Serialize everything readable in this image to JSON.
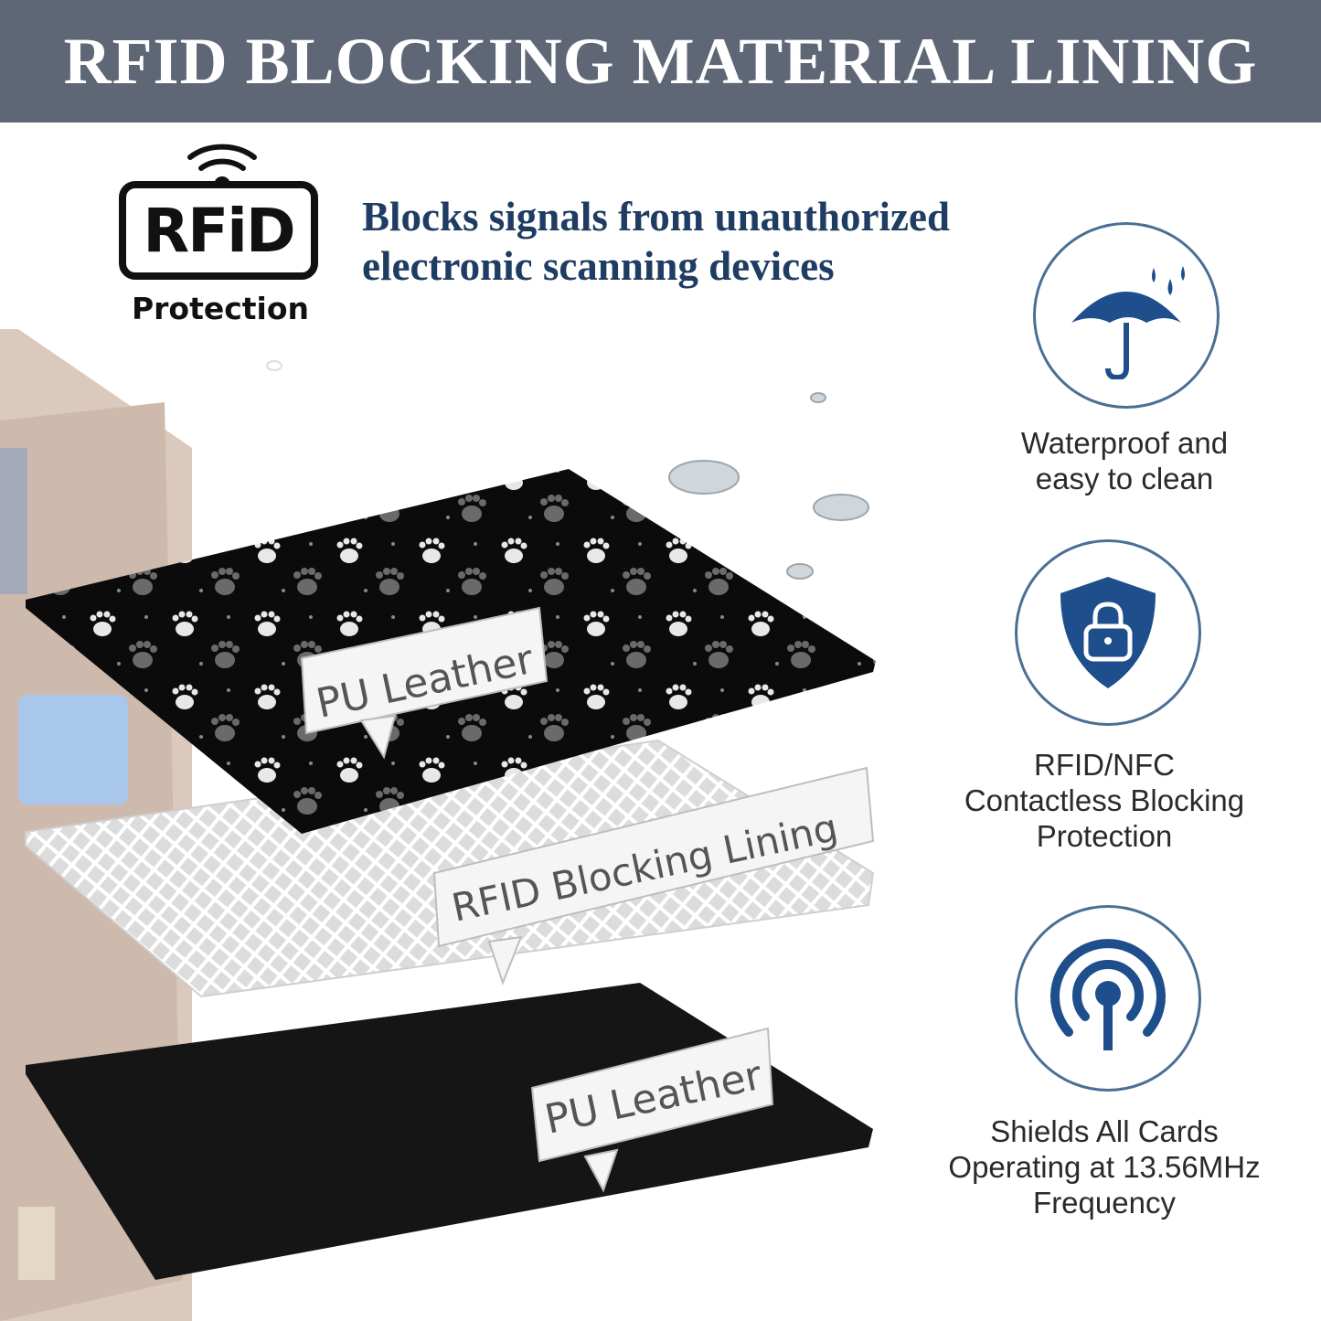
{
  "banner": {
    "title": "RFID BLOCKING MATERIAL LINING"
  },
  "logo": {
    "mark": "RFiD",
    "caption": "Protection"
  },
  "headline": {
    "line1": "Blocks signals from unauthorized",
    "line2": "electronic scanning devices"
  },
  "layers": {
    "top_label": "PU Leather",
    "middle_label": "RFID Blocking Lining",
    "bottom_label": "PU Leather"
  },
  "features": [
    {
      "icon": "umbrella-rain-icon",
      "lines": [
        "Waterproof and",
        "easy to clean"
      ]
    },
    {
      "icon": "shield-lock-icon",
      "lines": [
        "RFID/NFC",
        "Contactless Blocking",
        "Protection"
      ]
    },
    {
      "icon": "signal-antenna-icon",
      "lines": [
        "Shields All Cards",
        "Operating at 13.56MHz",
        "Frequency"
      ]
    }
  ],
  "colors": {
    "banner": "#5f6776",
    "headline": "#1f3c63",
    "icon": "#1e4f8c",
    "ring": "#4a6f95"
  }
}
